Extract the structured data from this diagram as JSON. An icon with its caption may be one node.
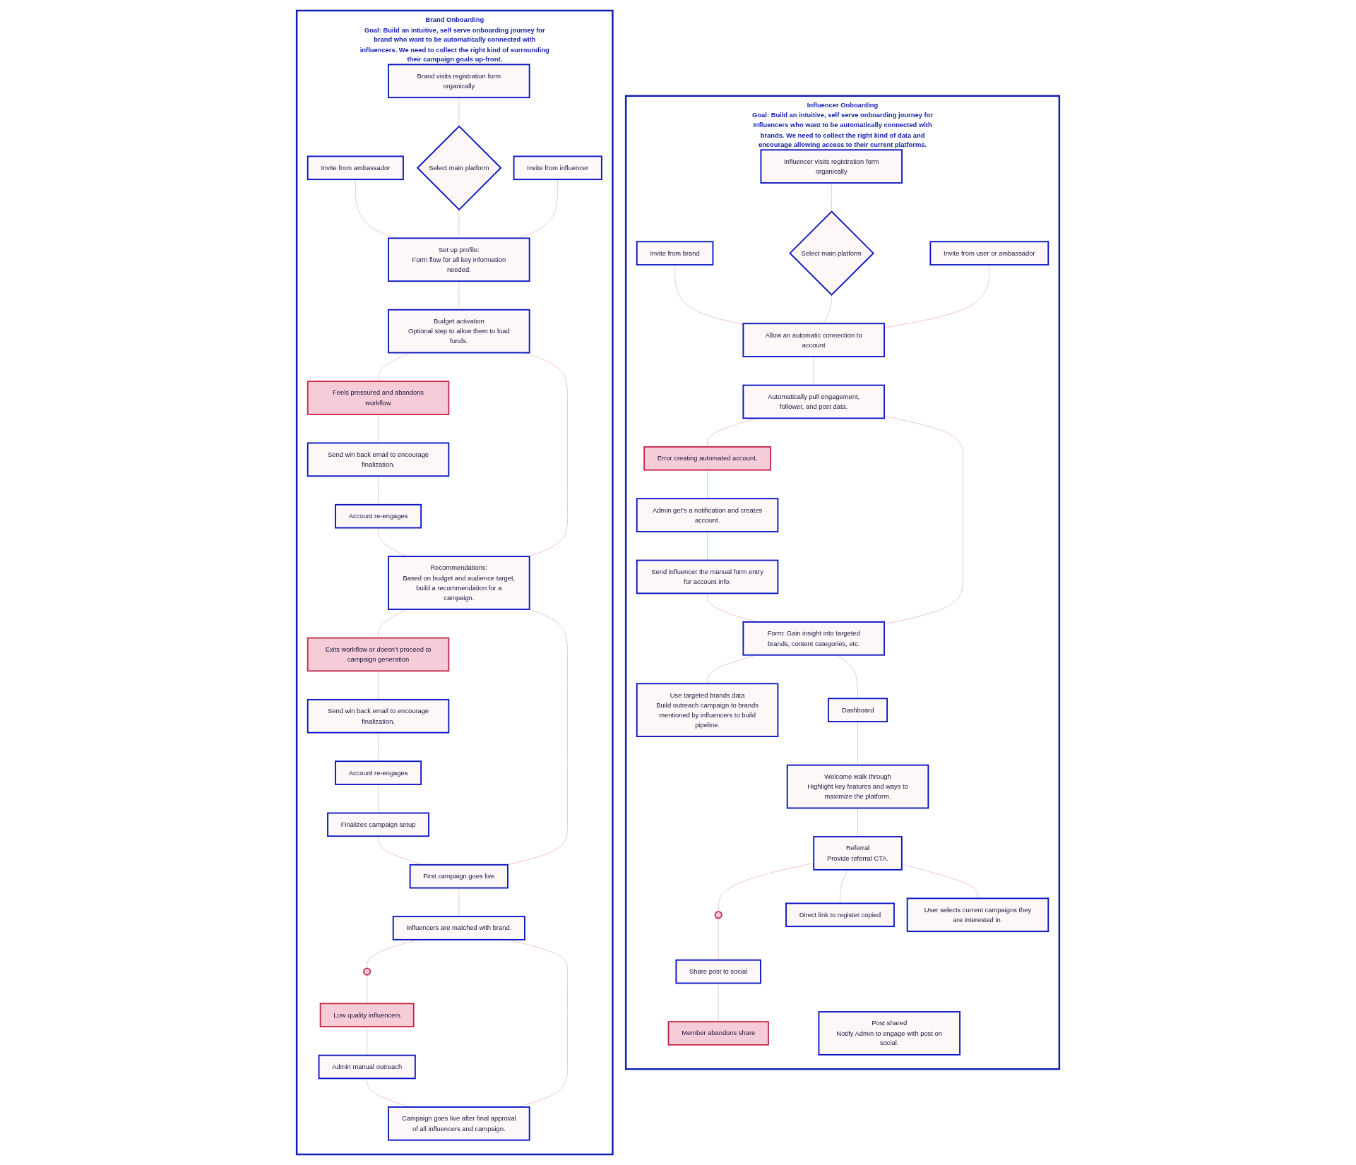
{
  "diagram": {
    "nodes": [
      {
        "text": [
          "Influencer Onboarding",
          "Goal: Build an intuitive, self serve onboarding journey for Influencers who want to be automatically connected with brands. We need to collect the right kind of data and encourage allowing access to their current platforms."
        ]
      },
      {
        "text": [
          "Invite from brand"
        ],
        "in": 0
      },
      {
        "text": [
          "Influencer visits registration form organically"
        ],
        "in": 0
      },
      {
        "text": [
          "Select main platform"
        ],
        "in": 0
      },
      {
        "text": [
          "Invite from user or ambassador"
        ],
        "in": 0
      },
      {
        "text": [
          "Allow an automatic connection to account"
        ],
        "in": 0
      },
      {
        "text": [
          "Admin get’s a notification and creates account."
        ],
        "in": 0
      },
      {
        "text": [
          "Error creating automated account."
        ],
        "in": 0
      },
      {
        "text": [
          "Automatically pull engagement, follower, and post data."
        ],
        "in": 0
      },
      {
        "text": [
          "Send influencer the manual form entry for account info."
        ],
        "in": 0
      },
      {
        "text": [
          "Form: Gain insight into targeted brands, content categories, etc."
        ],
        "in": 0
      },
      {
        "text": [
          "Use targeted brands data",
          "Build outreach campaign to brands mentioned by influencers to build pipeline."
        ],
        "in": 0
      },
      {
        "text": [
          "Dashboard"
        ],
        "in": 0
      },
      {
        "text": [
          "Welcome walk through",
          "Highlight key features and ways to maximize the platform."
        ],
        "in": 0
      },
      {
        "text": [
          "Member abandons share"
        ],
        "in": 0
      },
      {
        "text": [
          "Share post to social"
        ],
        "in": 0
      },
      {
        "text": [],
        "shape": "circle",
        "in": 0
      },
      {
        "text": [
          "Referral",
          "Provide referral CTA."
        ],
        "in": 0
      },
      {
        "text": [
          "Direct link to register copied"
        ],
        "in": 0
      },
      {
        "text": [
          "Post shared",
          "Notify Admin to engage with post on social."
        ],
        "in": 0
      },
      {
        "text": [
          "User selects current campaigns they are interested in."
        ],
        "in": 0
      },
      {
        "text": [
          "Brand Onboarding",
          "Goal: Build an intuitive, self serve onboarding journey for brand who want to be automatically connected with influencers. We need to collect the right kind of surrounding their campaign goals up-front."
        ]
      },
      {
        "text": [
          "Invite from ambassador"
        ],
        "in": 21
      },
      {
        "text": [
          "Brand visits registration form organically"
        ],
        "in": 21
      },
      {
        "text": [
          "Select main platform"
        ],
        "in": 21
      },
      {
        "text": [
          "Invite from influencer"
        ],
        "in": 21
      },
      {
        "text": [
          "Set up profile:",
          "Form flow for all key information needed."
        ],
        "in": 21
      },
      {
        "text": [
          "Send win back email to encourage finalization."
        ],
        "in": 21
      },
      {
        "text": [
          "Feels pressured and abandons workflow"
        ],
        "in": 21
      },
      {
        "text": [
          "Budget activation",
          "Optional step to allow them to load funds."
        ],
        "in": 21
      },
      {
        "text": [
          "Account re-engages"
        ],
        "in": 21
      },
      {
        "text": [
          "Recommendations:",
          "Based on budget and audience target, build a recommendation for a campaign."
        ],
        "in": 21
      },
      {
        "text": [
          "Exits workflow or doesn’t proceed to campaign generation"
        ],
        "in": 21
      },
      {
        "text": [
          "Send win back email to encourage finalization."
        ],
        "in": 21
      },
      {
        "text": [
          "First campaign goes live"
        ],
        "in": 21
      },
      {
        "text": [
          "Finalizes campaign setup"
        ],
        "in": 21
      },
      {
        "text": [
          "Account re-engages"
        ],
        "in": 21
      },
      {
        "text": [
          "Admin manual outreach"
        ],
        "in": 21
      },
      {
        "text": [
          "Low quality influencers"
        ],
        "in": 21
      },
      {
        "text": [],
        "shape": "circle",
        "in": 21
      },
      {
        "text": [
          "Influencers are matched with brand."
        ],
        "in": 21
      },
      {
        "text": [
          "Campaign goes live after final approval of all influencers and campaign."
        ],
        "in": 21
      }
    ],
    "edges": [
      {
        "from": 1,
        "to": 5,
        "arrow": "none"
      },
      {
        "from": 2,
        "to": 3,
        "arrow": "none"
      },
      {
        "from": 3,
        "to": 5,
        "arrow": "none"
      },
      {
        "from": 4,
        "to": 5,
        "arrow": "none"
      },
      {
        "from": 5,
        "to": 8,
        "arrow": "none"
      },
      {
        "from": 8,
        "to": 7,
        "arrow": "none"
      },
      {
        "from": 7,
        "to": 6,
        "arrow": "none"
      },
      {
        "from": 6,
        "to": 9,
        "arrow": "none"
      },
      {
        "from": 9,
        "to": 10,
        "arrow": "none"
      },
      {
        "from": 8,
        "to": 10,
        "arrow": "none"
      },
      {
        "from": 10,
        "to": 11,
        "arrow": "none"
      },
      {
        "from": 10,
        "to": 12,
        "arrow": "none"
      },
      {
        "from": 12,
        "to": 13,
        "arrow": "none"
      },
      {
        "from": 13,
        "to": 17,
        "arrow": "none"
      },
      {
        "from": 17,
        "to": 16,
        "arrow": "none"
      },
      {
        "from": 16,
        "to": 15,
        "arrow": "none"
      },
      {
        "from": 15,
        "to": 14,
        "arrow": "none"
      },
      {
        "from": 17,
        "to": 18,
        "arrow": "none"
      },
      {
        "from": 17,
        "to": 20,
        "arrow": "none"
      },
      {
        "from": 22,
        "to": 26,
        "arrow": "none"
      },
      {
        "from": 23,
        "to": 24,
        "arrow": "none"
      },
      {
        "from": 24,
        "to": 26,
        "arrow": "none"
      },
      {
        "from": 25,
        "to": 26,
        "arrow": "none"
      },
      {
        "from": 26,
        "to": 29,
        "arrow": "none"
      },
      {
        "from": 29,
        "to": 28,
        "arrow": "none"
      },
      {
        "from": 28,
        "to": 27,
        "arrow": "none"
      },
      {
        "from": 27,
        "to": 30,
        "arrow": "none"
      },
      {
        "from": 30,
        "to": 31,
        "arrow": "none"
      },
      {
        "from": 29,
        "to": 31,
        "arrow": "none"
      },
      {
        "from": 31,
        "to": 32,
        "arrow": "none"
      },
      {
        "from": 32,
        "to": 33,
        "arrow": "none"
      },
      {
        "from": 33,
        "to": 36,
        "arrow": "none"
      },
      {
        "from": 36,
        "to": 35,
        "arrow": "none"
      },
      {
        "from": 35,
        "to": 34,
        "arrow": "none"
      },
      {
        "from": 31,
        "to": 34,
        "arrow": "none"
      },
      {
        "from": 34,
        "to": 40,
        "arrow": "none"
      },
      {
        "from": 40,
        "to": 39,
        "arrow": "none"
      },
      {
        "from": 39,
        "to": 38,
        "arrow": "none"
      },
      {
        "from": 38,
        "to": 37,
        "arrow": "none"
      },
      {
        "from": 37,
        "to": 41,
        "arrow": "none"
      },
      {
        "from": 40,
        "to": 41,
        "arrow": "none"
      }
    ]
  }
}
